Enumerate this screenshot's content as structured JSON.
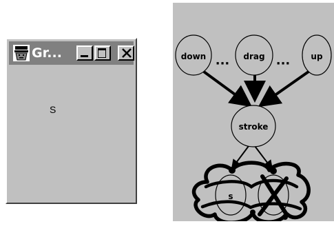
{
  "window": {
    "title": "Gr...",
    "canvas_text": "S",
    "buttons": {
      "minimize": "minimize",
      "maximize": "maximize",
      "close": "close"
    }
  },
  "graph": {
    "nodes": {
      "down": "down",
      "drag": "drag",
      "up": "up",
      "stroke": "stroke",
      "s": "s"
    },
    "ellipsis": "..."
  }
}
